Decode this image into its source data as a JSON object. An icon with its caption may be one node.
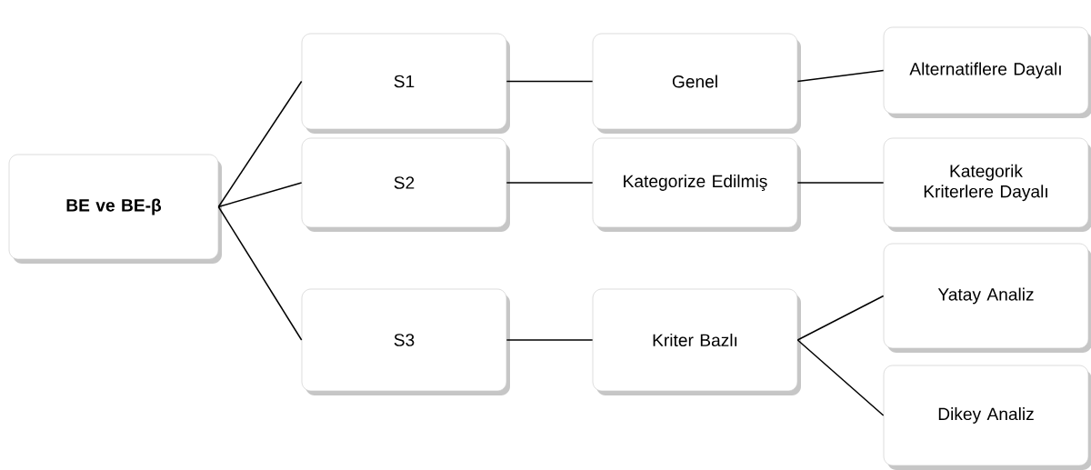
{
  "diagram": {
    "nodes": [
      {
        "text": [
          "BE ve BE-β"
        ]
      },
      {
        "text": [
          "S1"
        ]
      },
      {
        "text": [
          "S2"
        ]
      },
      {
        "text": [
          "S3"
        ]
      },
      {
        "text": [
          "Genel"
        ]
      },
      {
        "text": [
          "Kategorize Edilmiş"
        ]
      },
      {
        "text": [
          "Kriter Bazlı"
        ]
      },
      {
        "text": [
          "Alternatiflere Dayalı"
        ]
      },
      {
        "text": [
          "Kategorik Kriterlere Dayalı"
        ]
      },
      {
        "text": [
          "Yatay Analiz"
        ]
      },
      {
        "text": [
          "Dikey Analiz"
        ]
      }
    ],
    "edges": [
      {
        "from": 0,
        "to": 1,
        "arrow": "none"
      },
      {
        "from": 0,
        "to": 2,
        "arrow": "none"
      },
      {
        "from": 0,
        "to": 3,
        "arrow": "none"
      },
      {
        "from": 1,
        "to": 4,
        "arrow": "none"
      },
      {
        "from": 2,
        "to": 5,
        "arrow": "none"
      },
      {
        "from": 3,
        "to": 6,
        "arrow": "none"
      },
      {
        "from": 4,
        "to": 7,
        "arrow": "none"
      },
      {
        "from": 5,
        "to": 8,
        "arrow": "none"
      },
      {
        "from": 6,
        "to": 9,
        "arrow": "none"
      },
      {
        "from": 6,
        "to": 10,
        "arrow": "none"
      }
    ]
  }
}
